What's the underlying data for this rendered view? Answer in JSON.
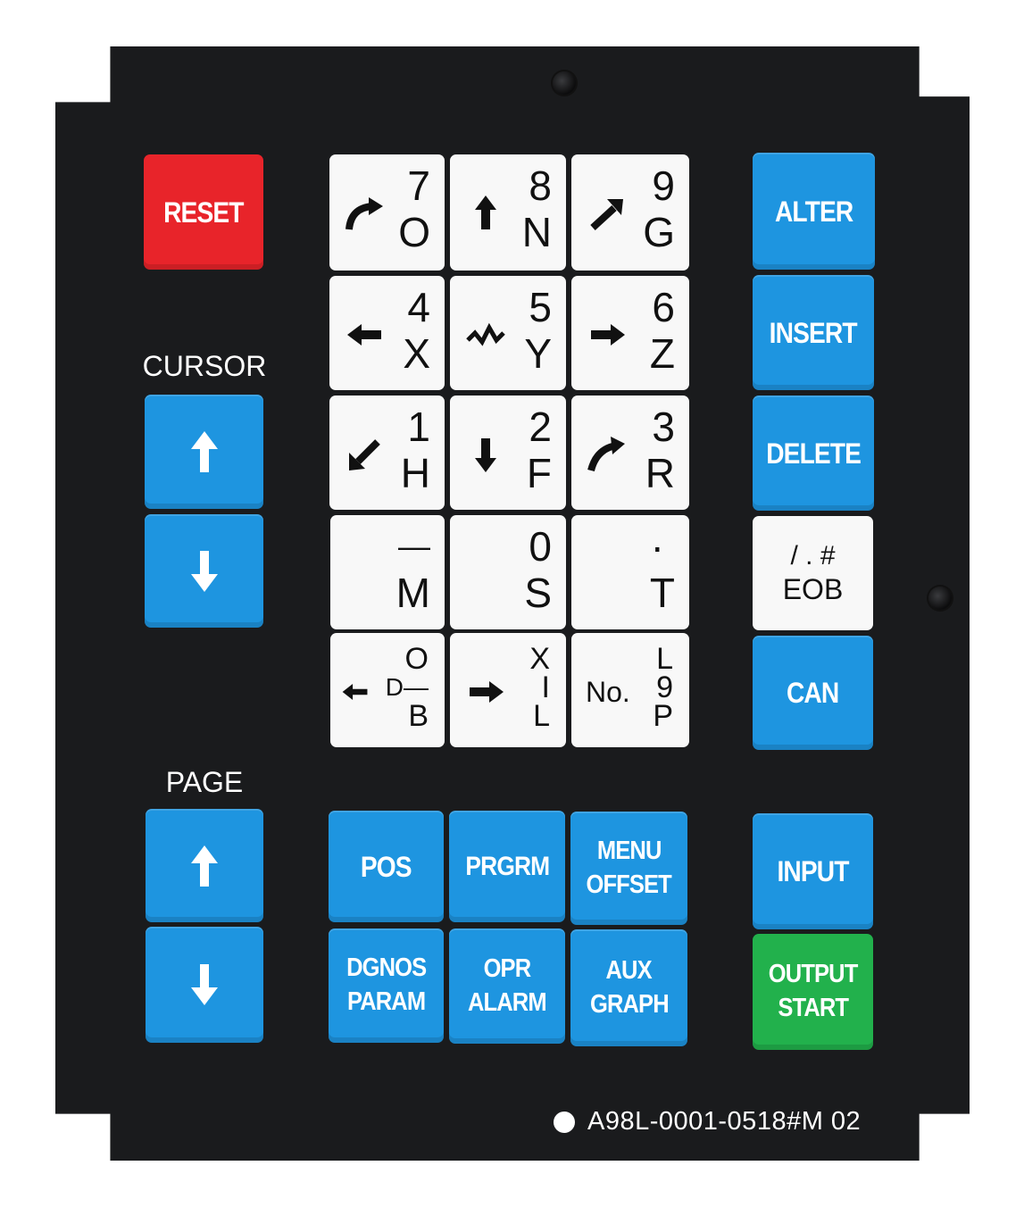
{
  "colors": {
    "panel": "#1a1b1d",
    "blue": "#1e95e0",
    "red": "#e8242a",
    "green": "#22b14c",
    "white_key": "#f8f8f8"
  },
  "labels": {
    "cursor": "CURSOR",
    "page": "PAGE"
  },
  "left_keys": {
    "reset": "RESET"
  },
  "right_keys": {
    "alter": "ALTER",
    "insert": "INSERT",
    "delete": "DELETE",
    "eob_top": "/ . #",
    "eob": "EOB",
    "can": "CAN",
    "input": "INPUT",
    "output": "OUTPUT",
    "start": "START"
  },
  "numpad": {
    "k7": {
      "num": "7",
      "letter": "O"
    },
    "k8": {
      "num": "8",
      "letter": "N"
    },
    "k9": {
      "num": "9",
      "letter": "G"
    },
    "k4": {
      "num": "4",
      "letter": "X"
    },
    "k5": {
      "num": "5",
      "letter": "Y"
    },
    "k6": {
      "num": "6",
      "letter": "Z"
    },
    "k1": {
      "num": "1",
      "letter": "H"
    },
    "k2": {
      "num": "2",
      "letter": "F"
    },
    "k3": {
      "num": "3",
      "letter": "R"
    },
    "kminus": {
      "num": "—",
      "letter": "M"
    },
    "k0": {
      "num": "0",
      "letter": "S"
    },
    "kdot": {
      "num": "·",
      "letter": "T"
    },
    "kdb": {
      "top": "O",
      "mid": "D—",
      "bot": "B"
    },
    "kxil": {
      "top": "X",
      "mid": "I",
      "bot": "L"
    },
    "kno": {
      "prefix": "No.",
      "top": "L",
      "mid": "9",
      "bot": "P"
    }
  },
  "function_keys": {
    "pos": "POS",
    "prgrm": "PRGRM",
    "menu": "MENU",
    "offset": "OFFSET",
    "dgnos": "DGNOS",
    "param": "PARAM",
    "opr": "OPR",
    "alarm": "ALARM",
    "aux": "AUX",
    "graph": "GRAPH"
  },
  "serial": "A98L-0001-0518#M  02"
}
